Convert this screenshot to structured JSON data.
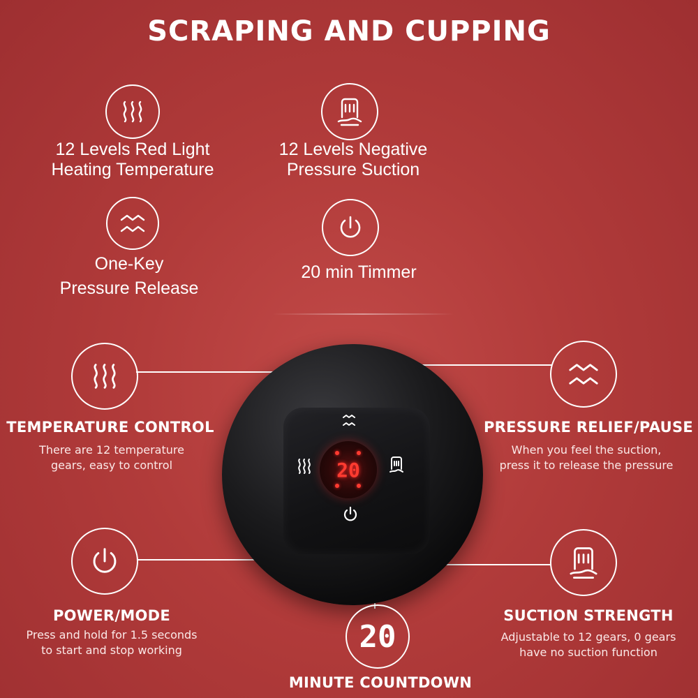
{
  "title": "SCRAPING AND CUPPING",
  "features": [
    {
      "icon": "heat-waves-icon",
      "lines": [
        "12 Levels Red Light",
        "Heating Temperature"
      ]
    },
    {
      "icon": "suction-cup-icon",
      "lines": [
        "12 Levels Negative",
        "Pressure Suction"
      ]
    },
    {
      "icon": "pressure-release-icon",
      "lines": [
        "One-Key",
        "Pressure Release"
      ]
    },
    {
      "icon": "power-icon",
      "lines": [
        "20 min Timmer"
      ]
    }
  ],
  "callouts": {
    "temperature": {
      "icon": "heat-waves-icon",
      "title": "TEMPERATURE CONTROL",
      "desc": [
        "There are 12 temperature",
        "gears, easy to control"
      ]
    },
    "pressure": {
      "icon": "pressure-release-icon",
      "title": "PRESSURE RELIEF/PAUSE",
      "desc": [
        "When you feel the suction,",
        "press it to release the pressure"
      ]
    },
    "power": {
      "icon": "power-icon",
      "title": "POWER/MODE",
      "desc": [
        "Press and hold for 1.5 seconds",
        "to start and stop working"
      ]
    },
    "suction": {
      "icon": "suction-cup-icon",
      "title": "SUCTION STRENGTH",
      "desc": [
        "Adjustable to 12 gears, 0 gears",
        "have no suction function"
      ]
    },
    "countdown": {
      "display": "20",
      "title": "MINUTE COUNTDOWN"
    }
  },
  "device": {
    "display": "20"
  },
  "colors": {
    "background": "#b13b3a",
    "display_red": "#ff3b30"
  }
}
